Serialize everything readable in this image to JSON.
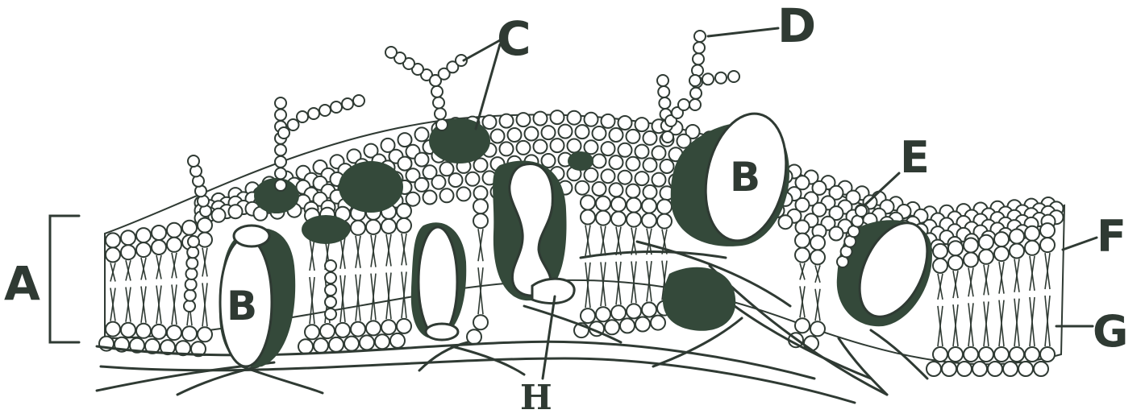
{
  "figure": {
    "colors": {
      "ink": "#2f3a33",
      "protein_fill": "#34493a",
      "paper": "#ffffff"
    },
    "labels": {
      "A": "A",
      "B": "B",
      "C": "C",
      "D": "D",
      "E": "E",
      "F": "F",
      "G": "G",
      "H": "H"
    }
  }
}
